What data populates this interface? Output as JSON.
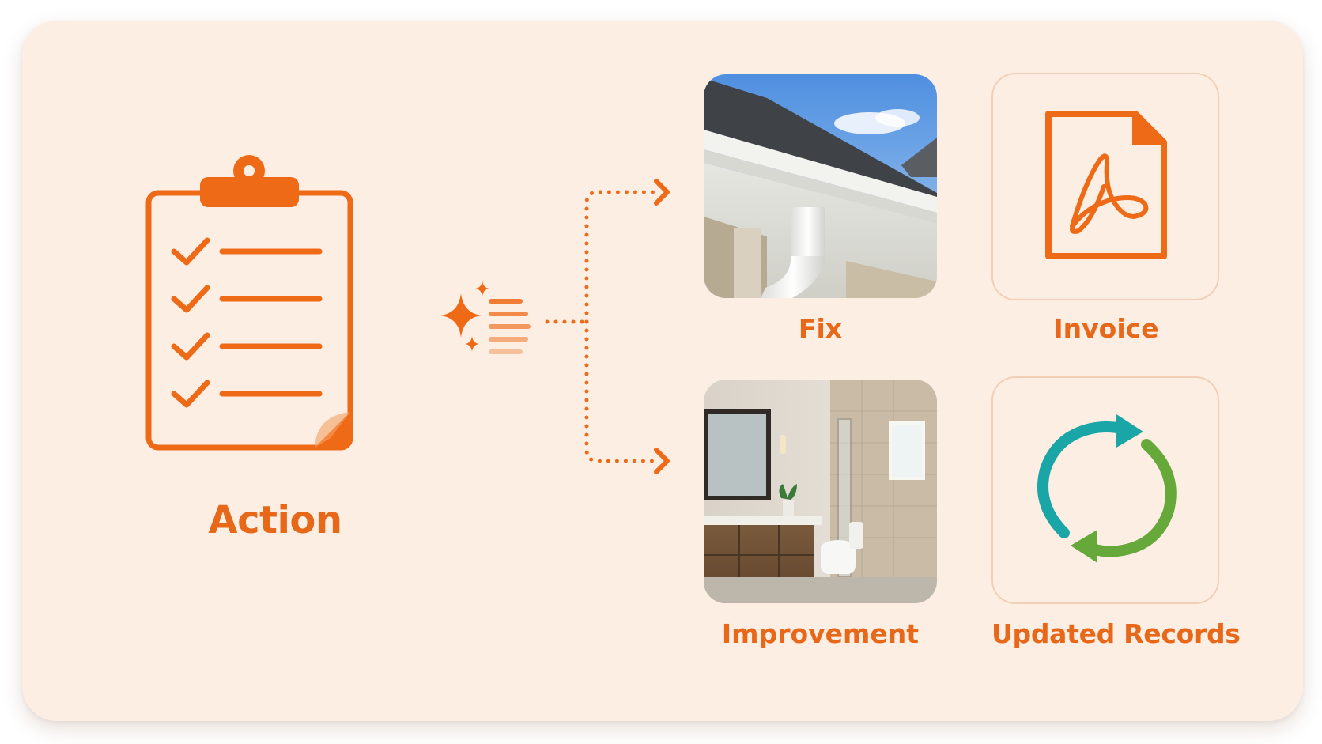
{
  "colors": {
    "background": "#fdeee4",
    "accent": "#e8681a",
    "teal": "#1aa6a6",
    "green": "#66a83a"
  },
  "nodes": {
    "action": {
      "label": "Action",
      "icon": "clipboard-checklist-icon"
    },
    "fix": {
      "label": "Fix",
      "image": "house gutter downspout photo"
    },
    "invoice": {
      "label": "Invoice",
      "icon": "pdf-document-icon"
    },
    "improvement": {
      "label": "Improvement",
      "image": "renovated bathroom photo"
    },
    "records": {
      "label": "Updated Records",
      "icon": "refresh-cycle-icon"
    }
  },
  "connector": {
    "icon": "sparkle-icon",
    "style": "dotted-branching-arrows"
  }
}
